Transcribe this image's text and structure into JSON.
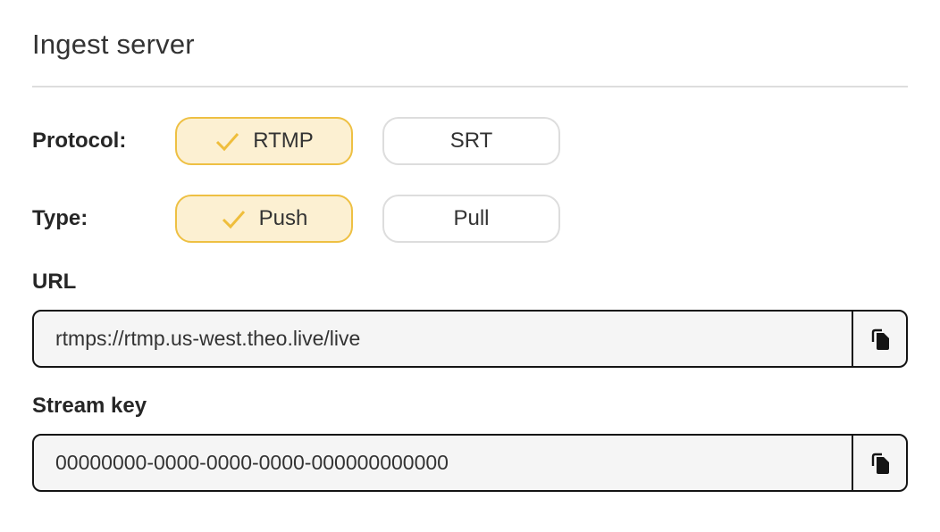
{
  "page": {
    "title": "Ingest server"
  },
  "protocol": {
    "label": "Protocol:",
    "options": [
      {
        "label": "RTMP",
        "selected": true
      },
      {
        "label": "SRT",
        "selected": false
      }
    ]
  },
  "stream_type": {
    "label": "Type:",
    "options": [
      {
        "label": "Push",
        "selected": true
      },
      {
        "label": "Pull",
        "selected": false
      }
    ]
  },
  "url_field": {
    "label": "URL",
    "value": "rtmps://rtmp.us-west.theo.live/live"
  },
  "stream_key_field": {
    "label": "Stream key",
    "value": "00000000-0000-0000-0000-000000000000"
  },
  "icons": {
    "check": "check-icon",
    "copy": "copy-icon"
  },
  "colors": {
    "selected_fill": "#fcf0d2",
    "selected_border": "#eec043",
    "check": "#efbe3c",
    "unselected_border": "#dddddd",
    "input_fill": "#f5f5f5",
    "input_border": "#141414",
    "text": "#333333",
    "divider": "#dddddd"
  }
}
